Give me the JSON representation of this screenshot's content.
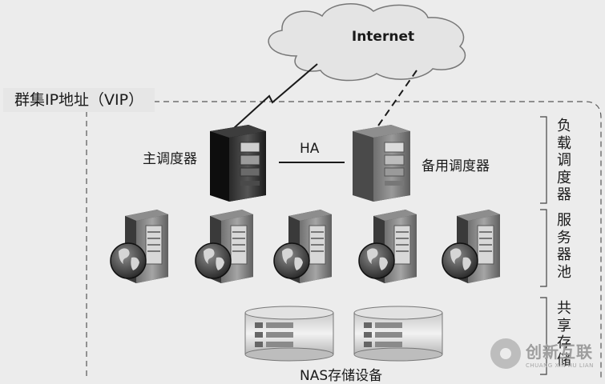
{
  "labels": {
    "internet": "Internet",
    "vip": "群集IP地址（VIP）",
    "primary": "主调度器",
    "ha": "HA",
    "backup": "备用调度器",
    "storage": "NAS存储设备"
  },
  "tiers": {
    "load_balancer": "负载调度器",
    "server_pool": "服务器池",
    "shared_storage": "共享存储"
  },
  "watermark": {
    "name": "创新互联",
    "sub": "CHUANG XIN HU LIAN"
  },
  "icons": {
    "cloud": "cloud-icon",
    "server": "server-tower-icon",
    "web_server": "globe-server-icon",
    "storage": "storage-disk-icon"
  }
}
